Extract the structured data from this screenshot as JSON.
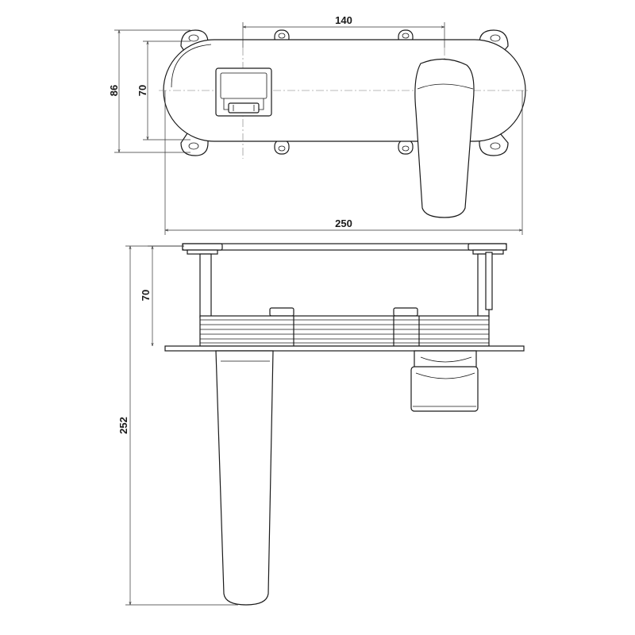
{
  "dimensions": {
    "top_width_140": "140",
    "top_height_86": "86",
    "top_height_70": "70",
    "top_width_250": "250",
    "side_height_70": "70",
    "side_height_252": "252"
  },
  "colors": {
    "line": "#1a1a1a",
    "background": "#ffffff"
  }
}
